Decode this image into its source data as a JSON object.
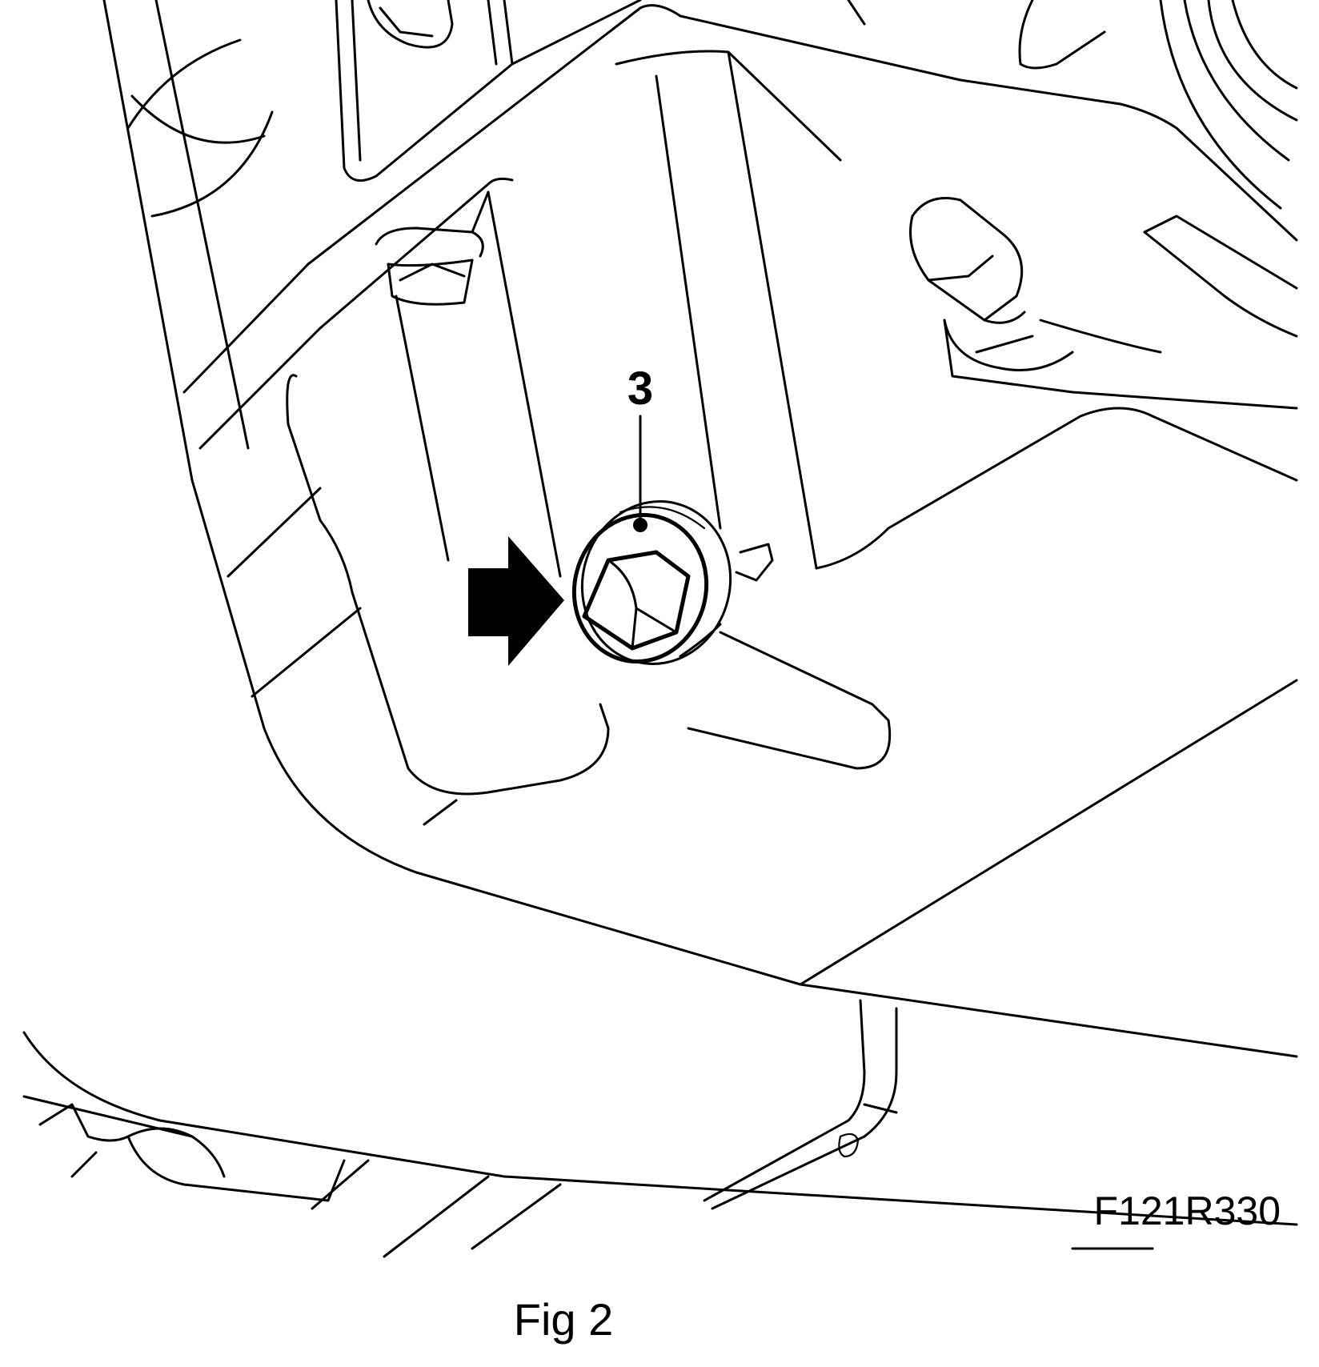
{
  "figure": {
    "callout_number": "3",
    "reference_code": "F121R330",
    "caption": "Fig 2"
  }
}
